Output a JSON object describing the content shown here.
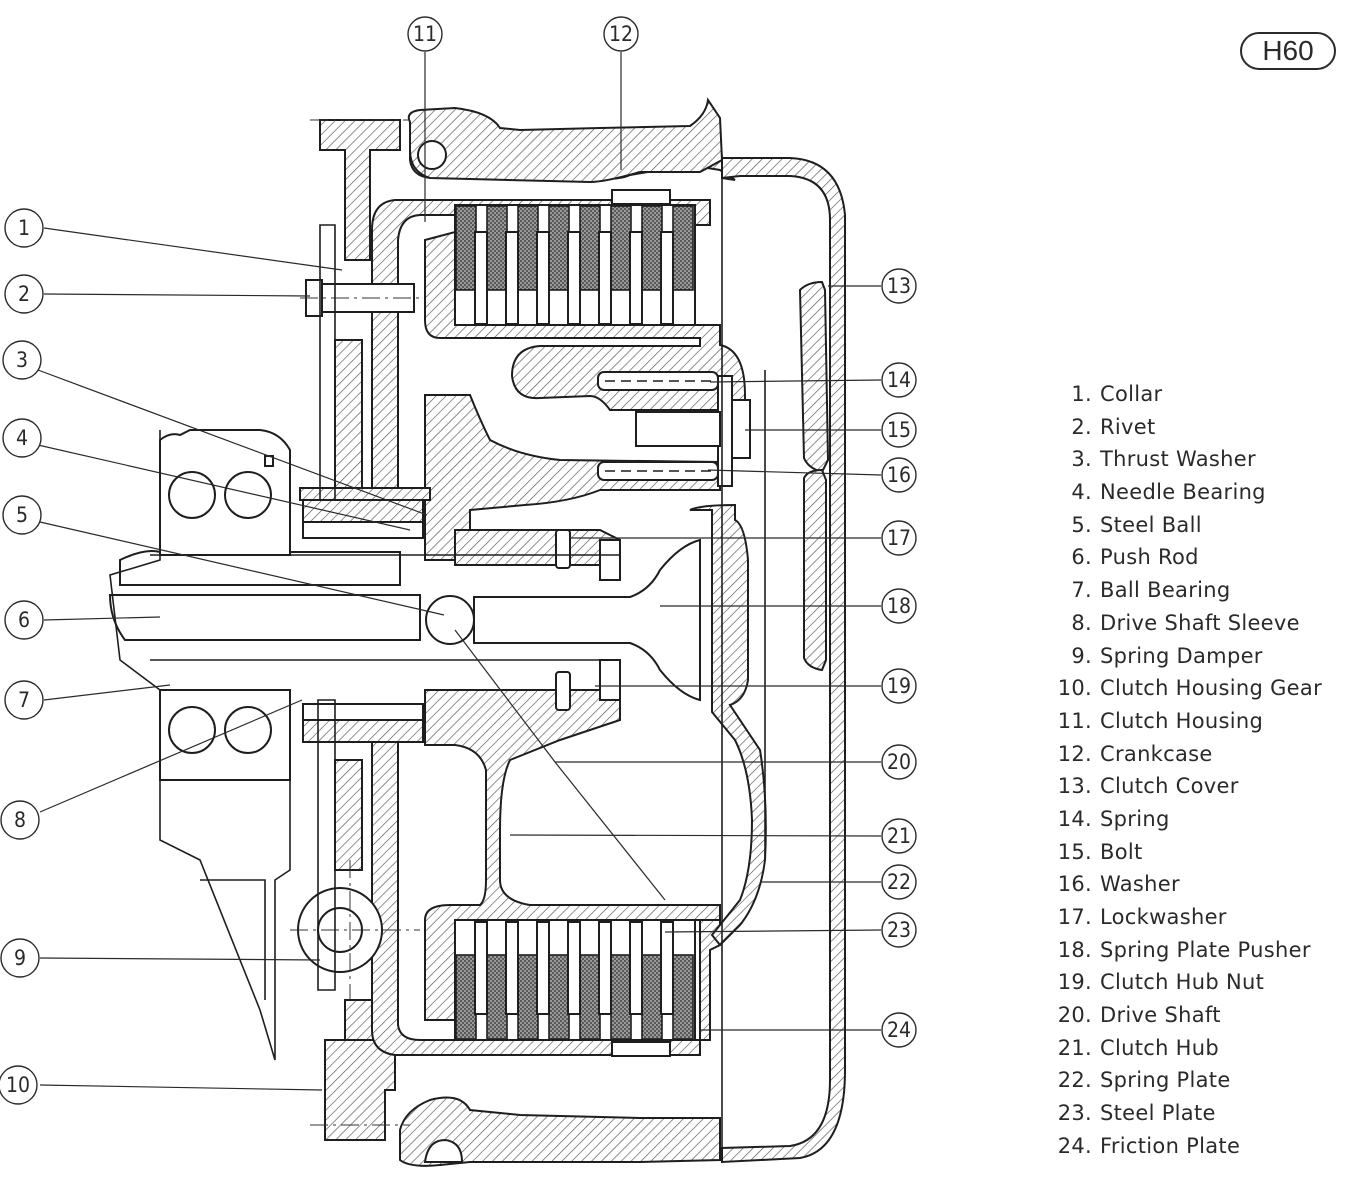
{
  "figure": {
    "code": "H60",
    "subject": "Clutch cross-section"
  },
  "callouts": [
    {
      "n": "1"
    },
    {
      "n": "2"
    },
    {
      "n": "3"
    },
    {
      "n": "4"
    },
    {
      "n": "5"
    },
    {
      "n": "6"
    },
    {
      "n": "7"
    },
    {
      "n": "8"
    },
    {
      "n": "9"
    },
    {
      "n": "10"
    },
    {
      "n": "11"
    },
    {
      "n": "12"
    },
    {
      "n": "13"
    },
    {
      "n": "14"
    },
    {
      "n": "15"
    },
    {
      "n": "16"
    },
    {
      "n": "17"
    },
    {
      "n": "18"
    },
    {
      "n": "19"
    },
    {
      "n": "20"
    },
    {
      "n": "21"
    },
    {
      "n": "22"
    },
    {
      "n": "23"
    },
    {
      "n": "24"
    }
  ],
  "legend": [
    {
      "num": "1.",
      "label": "Collar"
    },
    {
      "num": "2.",
      "label": "Rivet"
    },
    {
      "num": "3.",
      "label": "Thrust Washer"
    },
    {
      "num": "4.",
      "label": "Needle Bearing"
    },
    {
      "num": "5.",
      "label": "Steel Ball"
    },
    {
      "num": "6.",
      "label": "Push Rod"
    },
    {
      "num": "7.",
      "label": "Ball Bearing"
    },
    {
      "num": "8.",
      "label": "Drive Shaft Sleeve"
    },
    {
      "num": "9.",
      "label": "Spring Damper"
    },
    {
      "num": "10.",
      "label": "Clutch Housing Gear"
    },
    {
      "num": "11.",
      "label": "Clutch Housing"
    },
    {
      "num": "12.",
      "label": "Crankcase"
    },
    {
      "num": "13.",
      "label": "Clutch Cover"
    },
    {
      "num": "14.",
      "label": "Spring"
    },
    {
      "num": "15.",
      "label": "Bolt"
    },
    {
      "num": "16.",
      "label": "Washer"
    },
    {
      "num": "17.",
      "label": "Lockwasher"
    },
    {
      "num": "18.",
      "label": "Spring Plate Pusher"
    },
    {
      "num": "19.",
      "label": "Clutch Hub Nut"
    },
    {
      "num": "20.",
      "label": "Drive Shaft"
    },
    {
      "num": "21.",
      "label": "Clutch Hub"
    },
    {
      "num": "22.",
      "label": "Spring Plate"
    },
    {
      "num": "23.",
      "label": "Steel Plate"
    },
    {
      "num": "24.",
      "label": "Friction Plate"
    }
  ]
}
